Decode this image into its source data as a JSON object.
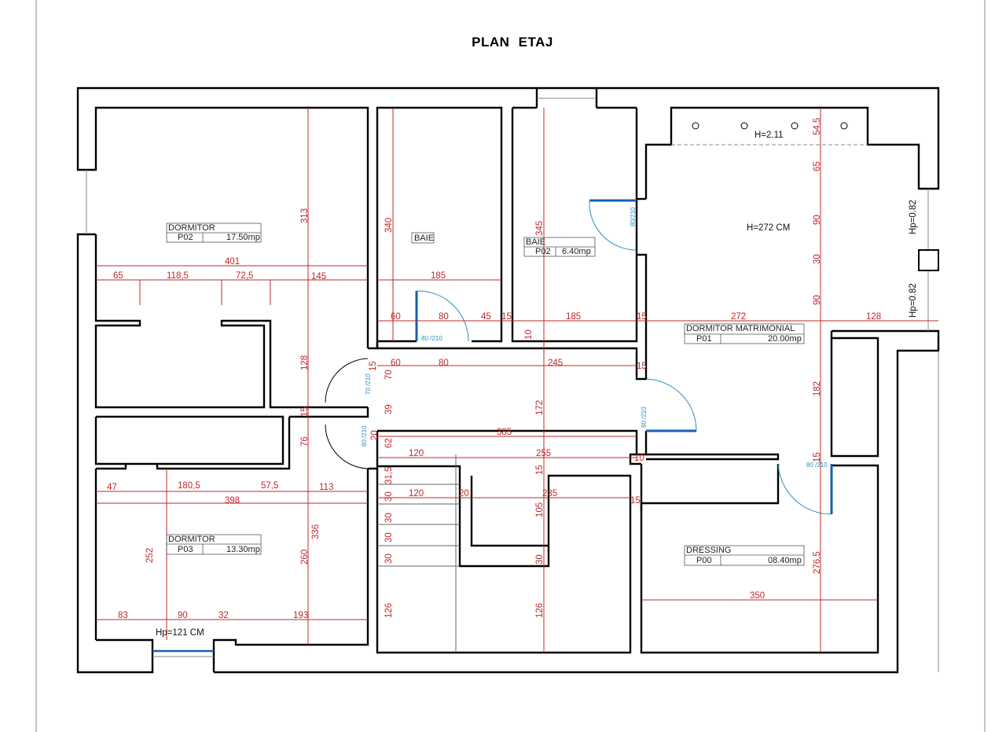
{
  "title": "PLAN  ETAJ",
  "rooms": [
    {
      "name": "DORMITOR",
      "code": "P02",
      "area": "17.50mp"
    },
    {
      "name": "BAIE"
    },
    {
      "name": "BAIE",
      "code": "P02",
      "area": "6.40mp"
    },
    {
      "name": "DORMITOR MATRIMONIAL",
      "code": "P01",
      "area": "20.00mp"
    },
    {
      "name": "DORMITOR",
      "code": "P03",
      "area": "13.30mp"
    },
    {
      "name": "DRESSING",
      "code": "P00",
      "area": "08.40mp"
    }
  ],
  "heights": {
    "h_master": "H=272 CM",
    "h_balcony": "H=2.11",
    "hp_upper": "Hp=0.82",
    "hp_lower": "Hp=0.82",
    "hp_bottom": "Hp=121 CM"
  },
  "doors": [
    "80 /210",
    "70 /210",
    "80/210",
    "80 /210",
    "80 /210",
    "80 /210"
  ],
  "dimensions": {
    "d401": "401",
    "d65": "65",
    "d118_5": "118,5",
    "d72_5": "72,5",
    "d145": "145",
    "d313": "313",
    "d340": "340",
    "d345": "345",
    "d185a": "185",
    "d185b": "185",
    "d60a": "60",
    "d80a": "80",
    "d45": "45",
    "d15a": "15",
    "d15b": "15",
    "d272": "272",
    "d128a": "128",
    "d10a": "10",
    "d60b": "60",
    "d80b": "80",
    "d245": "245",
    "d15c": "15",
    "d128b": "128",
    "d15d": "15",
    "d15e": "15",
    "d70": "70",
    "d39": "39",
    "d20": "20",
    "d62": "62",
    "d172": "172",
    "d385": "385",
    "d76": "76",
    "d120a": "120",
    "d255": "255",
    "d10b": "10",
    "d47": "47",
    "d180_5": "180,5",
    "d57_5": "57,5",
    "d113": "113",
    "d398": "398",
    "d31_5": "31,5",
    "d30a": "30",
    "d120b": "120",
    "d20b": "20",
    "d235": "235",
    "d15f": "15",
    "d15g": "15",
    "d30b": "30",
    "d30c": "30",
    "d30d": "30",
    "d105": "105",
    "d30e": "30",
    "d252": "252",
    "d260": "260",
    "d336": "336",
    "d83": "83",
    "d90a": "90",
    "d32": "32",
    "d193": "193",
    "d126a": "126",
    "d126b": "126",
    "d350": "350",
    "d276_5": "276,5",
    "d182": "182",
    "d54_5": "54,5",
    "d65b": "65",
    "d90b": "90",
    "d30f": "30",
    "d90c": "90",
    "d15h": "15"
  }
}
